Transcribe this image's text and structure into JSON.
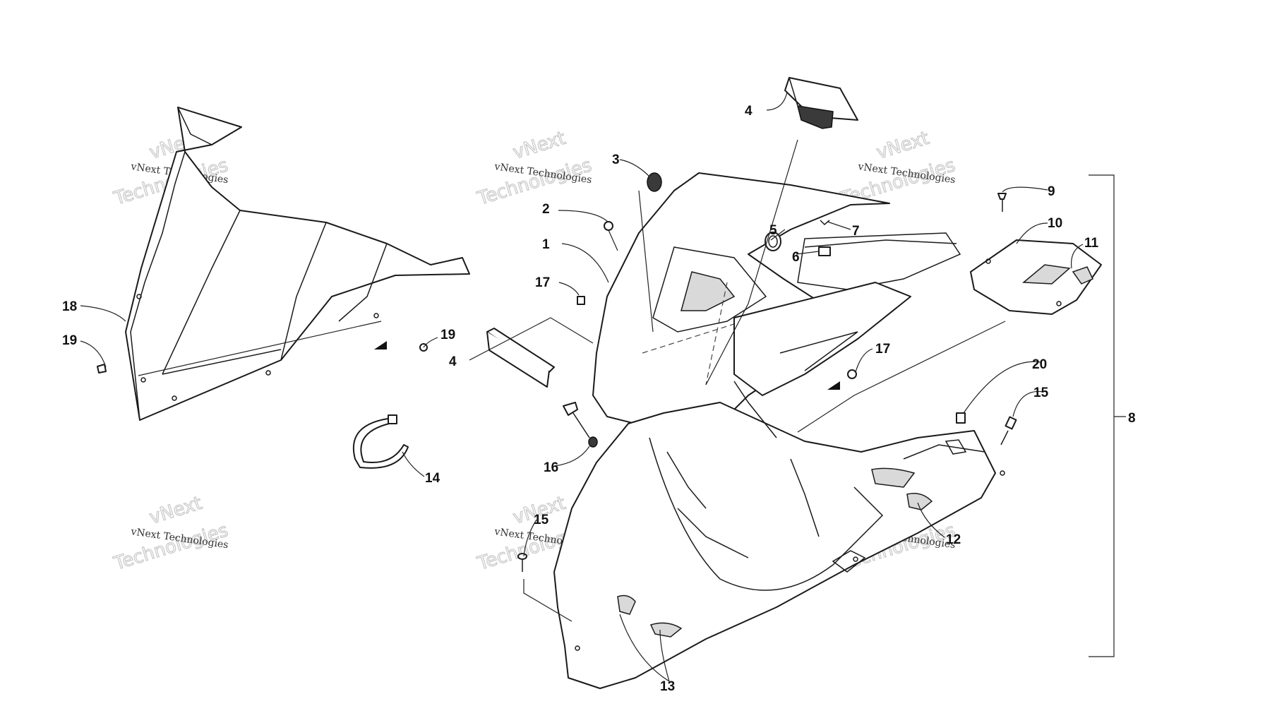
{
  "callouts": [
    {
      "id": "1",
      "label": "1"
    },
    {
      "id": "2",
      "label": "2"
    },
    {
      "id": "3",
      "label": "3"
    },
    {
      "id": "4a",
      "label": "4"
    },
    {
      "id": "4b",
      "label": "4"
    },
    {
      "id": "5",
      "label": "5"
    },
    {
      "id": "6",
      "label": "6"
    },
    {
      "id": "7",
      "label": "7"
    },
    {
      "id": "8",
      "label": "8"
    },
    {
      "id": "9",
      "label": "9"
    },
    {
      "id": "10",
      "label": "10"
    },
    {
      "id": "11",
      "label": "11"
    },
    {
      "id": "12",
      "label": "12"
    },
    {
      "id": "13",
      "label": "13"
    },
    {
      "id": "14",
      "label": "14"
    },
    {
      "id": "15a",
      "label": "15"
    },
    {
      "id": "15b",
      "label": "15"
    },
    {
      "id": "16",
      "label": "16"
    },
    {
      "id": "17a",
      "label": "17"
    },
    {
      "id": "17b",
      "label": "17"
    },
    {
      "id": "18",
      "label": "18"
    },
    {
      "id": "19a",
      "label": "19"
    },
    {
      "id": "19b",
      "label": "19"
    },
    {
      "id": "20",
      "label": "20"
    }
  ],
  "watermark": {
    "line_small": "vNext Technologies",
    "big_top": "vNext",
    "big_bottom": "Technologies"
  },
  "colors": {
    "line": "#1a1a1a",
    "shade": "#d9d9d9",
    "watermark": "#c8c8c8"
  }
}
